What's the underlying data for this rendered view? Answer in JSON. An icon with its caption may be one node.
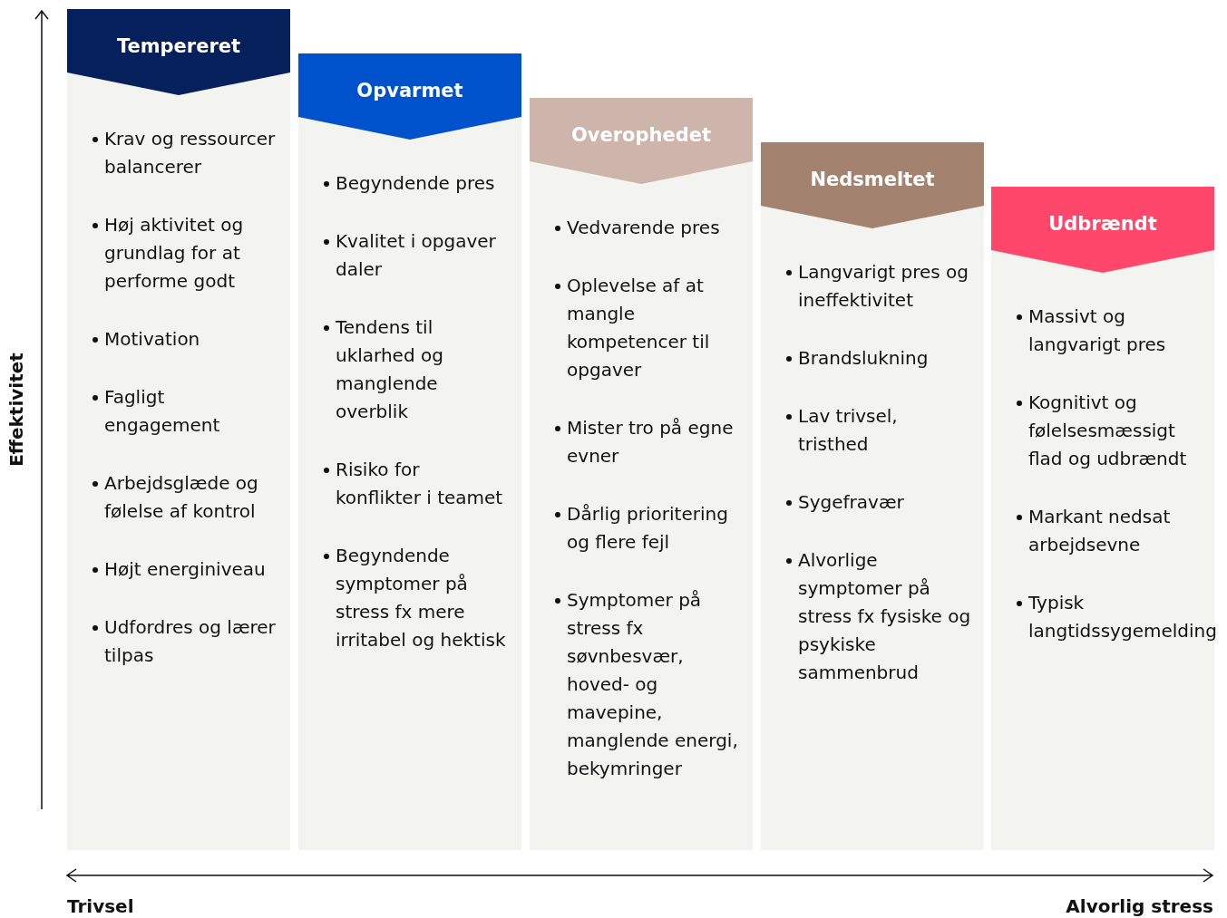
{
  "diagram": {
    "nodes": [
      {
        "text": [
          "Tempereret",
          "Krav og ressourcer balancerer",
          "Høj aktivitet og grundlag for at performe godt",
          "Motivation",
          "Fagligt engagement",
          "Arbejdsglæde og følelse af kontrol",
          "Højt energiniveau",
          "Udfordres og lærer tilpas"
        ]
      },
      {
        "text": [
          "Opvarmet",
          "Begyndende pres",
          "Kvalitet i opgaver daler",
          "Tendens til uklarhed og manglende overblik",
          "Risiko for konflikter i teamet",
          "Begyndende symptomer på stress fx mere irritabel og hektisk"
        ]
      },
      {
        "text": [
          "Overophedet",
          "Vedvarende pres",
          "Oplevelse af at mangle kompetencer til opgaver",
          "Mister tro på egne evner",
          "Dårlig prioritering og flere fejl",
          "Symptomer på stress fx søvnbesvær, hoved- og mavepine, manglende energi, bekymringer"
        ]
      },
      {
        "text": [
          "Nedsmeltet",
          "Langvarigt pres og ineffektivitet",
          "Brandslukning",
          "Lav trivsel, tristhed",
          "Sygefravær",
          "Alvorlige symptomer på stress fx fysiske og psykiske sammenbrud"
        ]
      },
      {
        "text": [
          "Udbrændt",
          "Massivt og langvarigt pres",
          "Kognitivt og følelsesmæssigt flad og udbrændt",
          "Markant nedsat arbejdsevne",
          "Typisk langtidssygemelding"
        ]
      }
    ],
    "labels": [
      "Effektivitet",
      "Trivsel",
      "Alvorlig stress"
    ]
  }
}
